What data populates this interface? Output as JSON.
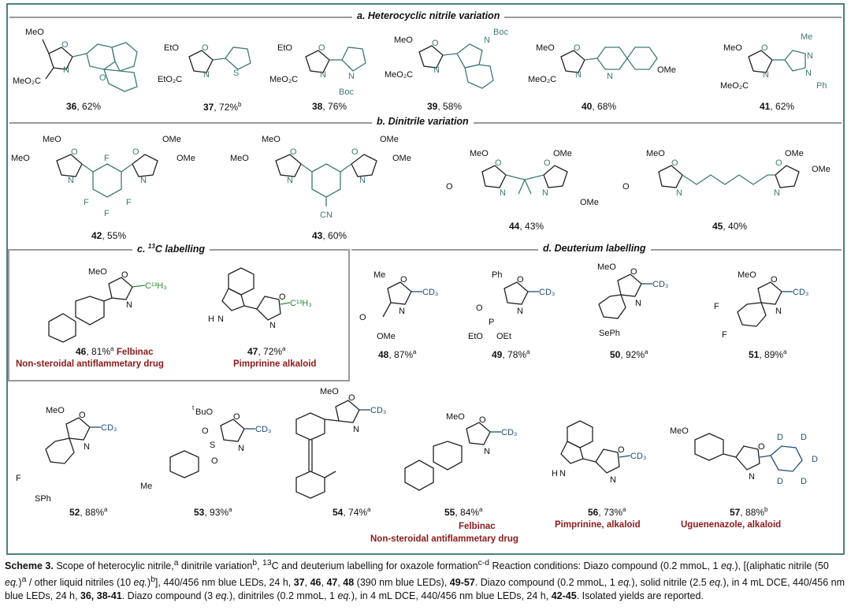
{
  "sections": {
    "a": "a. Heterocyclic nitrile variation",
    "b": "b. Dinitrile variation",
    "c_prefix": "c. ",
    "c_sup": "13",
    "c_rest": "C labelling",
    "d": "d. Deuterium labelling"
  },
  "compounds": {
    "c36": {
      "num": "36",
      "yield": ", 62%",
      "sup": ""
    },
    "c37": {
      "num": "37",
      "yield": ", 72%",
      "sup": "b"
    },
    "c38": {
      "num": "38",
      "yield": ", 76%",
      "sup": ""
    },
    "c39": {
      "num": "39",
      "yield": ", 58%",
      "sup": ""
    },
    "c40": {
      "num": "40",
      "yield": ", 68%",
      "sup": ""
    },
    "c41": {
      "num": "41",
      "yield": ", 62%",
      "sup": ""
    },
    "c42": {
      "num": "42",
      "yield": ", 55%",
      "sup": ""
    },
    "c43": {
      "num": "43",
      "yield": ", 60%",
      "sup": ""
    },
    "c44": {
      "num": "44",
      "yield": ", 43%",
      "sup": ""
    },
    "c45": {
      "num": "45",
      "yield": ", 40%",
      "sup": ""
    },
    "c46": {
      "num": "46",
      "yield": ", 81%",
      "sup": "a",
      "tag": "Felbinac",
      "note": "Non-steroidal antiflammetary drug"
    },
    "c47": {
      "num": "47",
      "yield": ", 72%",
      "sup": "a",
      "note": "Pimprinine alkaloid"
    },
    "c48": {
      "num": "48",
      "yield": ", 87%",
      "sup": "a"
    },
    "c49": {
      "num": "49",
      "yield": ", 78%",
      "sup": "a"
    },
    "c50": {
      "num": "50",
      "yield": ", 92%",
      "sup": "a"
    },
    "c51": {
      "num": "51",
      "yield": ", 89%",
      "sup": "a"
    },
    "c52": {
      "num": "52",
      "yield": ", 88%",
      "sup": "a"
    },
    "c53": {
      "num": "53",
      "yield": ", 93%",
      "sup": "a"
    },
    "c54": {
      "num": "54",
      "yield": ", 74%",
      "sup": "a"
    },
    "c55": {
      "num": "55",
      "yield": ", 84%",
      "sup": "a",
      "note1": "Felbinac",
      "note2": "Non-steroidal antiflammetary drug"
    },
    "c56": {
      "num": "56",
      "yield": ", 73%",
      "sup": "a",
      "note": "Pimprinine, alkaloid"
    },
    "c57": {
      "num": "57",
      "yield": ", 88%",
      "sup": "b",
      "note": "Uguenenazole, alkaloid"
    }
  },
  "atoms": {
    "MeO": "MeO",
    "EtO": "EtO",
    "MeO2C": "MeO₂C",
    "EtO2C": "EtO₂C",
    "N": "N",
    "O": "O",
    "Boc": "Boc",
    "OMe": "OMe",
    "Me": "Me",
    "Ph": "Ph",
    "F": "F",
    "CN": "CN",
    "CD3": "CD₃",
    "C13H3": "C¹³H₃",
    "HN": "H",
    "P": "P",
    "EtO_P": "EtO",
    "OEt": "OEt",
    "SePh": "SePh",
    "SPh": "SPh",
    "S": "S",
    "tBuO_sup": "t",
    "tBuO": "BuO",
    "D": "D"
  },
  "caption": {
    "label": "Scheme 3.",
    "text1": " Scope of heterocylic nitrile,",
    "s1": "a",
    "text2": " dinitrile variation",
    "s2": "b",
    "text3": ", ",
    "s3": "13",
    "text4": "C and deuterium labelling for oxazole formation",
    "s4": "c-d",
    "text5": " Reaction conditions: Diazo compound (0.2 mmoL, 1 ",
    "eq1": "eq.",
    "text6": "), [(aliphatic nitrile (50 ",
    "eq2": "eq.",
    "text7": ")",
    "s5": "a",
    "text8": " / other liquid nitriles (10 ",
    "eq3": "eq.",
    "text9": ")",
    "s6": "b",
    "text10": "], 440/456 nm blue LEDs, 24 h, ",
    "b1": "37",
    "text11": ", ",
    "b2": "46",
    "text12": ", ",
    "b3": "47",
    "text13": ", ",
    "b4": "48",
    "text14": " (390 nm blue LEDs), ",
    "b5": "49-57",
    "text15": ". Diazo compound (0.2 mmoL, 1 ",
    "eq4": "eq.",
    "text16": "), solid nitrile (2.5 ",
    "eq5": "eq.",
    "text17": "), in 4 mL DCE, 440/456 nm blue LEDs, 24 h, ",
    "b6": "36, 38-41",
    "text18": ". Diazo compound (3 ",
    "eq6": "eq.",
    "text19": "), dinitriles (0.2 mmoL, 1 ",
    "eq7": "eq.",
    "text20": "), in 4 mL DCE, 440/456 nm blue LEDs, 24 h, ",
    "b7": "42-45",
    "text21": ". Isolated yields are reported."
  }
}
